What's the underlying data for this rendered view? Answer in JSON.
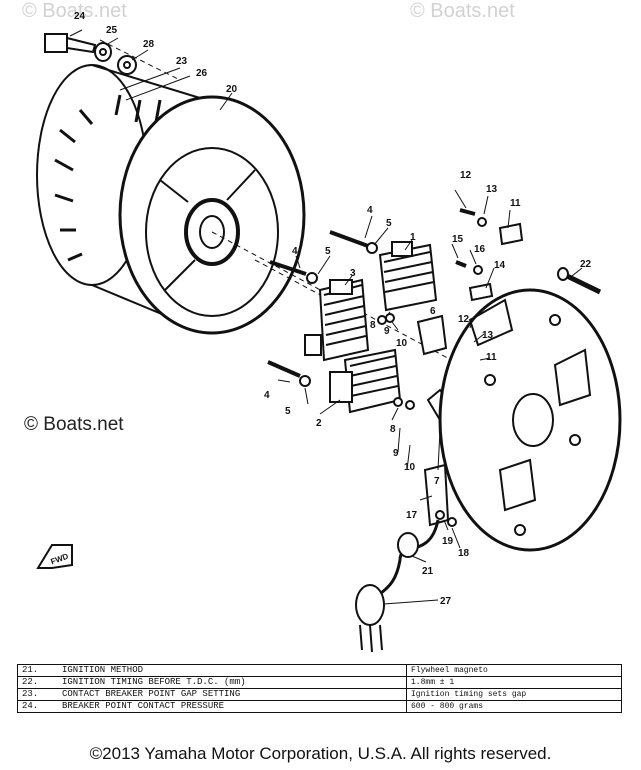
{
  "watermarks": {
    "top_left": "© Boats.net",
    "top_right": "© Boats.net",
    "main": "© Boats.net"
  },
  "callouts": {
    "c1": "1",
    "c2": "2",
    "c3": "3",
    "c4a": "4",
    "c4b": "4",
    "c4c": "4",
    "c5a": "5",
    "c5b": "5",
    "c5c": "5",
    "c6": "6",
    "c7": "7",
    "c8a": "8",
    "c8b": "8",
    "c9a": "9",
    "c9b": "9",
    "c10a": "10",
    "c10b": "10",
    "c11a": "11",
    "c11b": "11",
    "c12a": "12",
    "c12b": "12",
    "c13a": "13",
    "c13b": "13",
    "c14": "14",
    "c15": "15",
    "c16": "16",
    "c17": "17",
    "c18": "18",
    "c19": "19",
    "c20": "20",
    "c21": "21",
    "c22": "22",
    "c23": "23",
    "c24": "24",
    "c25": "25",
    "c26": "26",
    "c27": "27",
    "c28": "28",
    "front": "FWD"
  },
  "spec_table": [
    {
      "num": "21.",
      "item": "IGNITION METHOD",
      "value": "Flywheel magneto"
    },
    {
      "num": "22.",
      "item": "IGNITION TIMING BEFORE T.D.C. (mm)",
      "value": "1.8mm ± 1"
    },
    {
      "num": "23.",
      "item": "CONTACT BREAKER POINT GAP SETTING",
      "value": "Ignition timing sets gap"
    },
    {
      "num": "24.",
      "item": "BREAKER POINT CONTACT PRESSURE",
      "value": "600 - 800 grams"
    }
  ],
  "copyright": "©2013 Yamaha Motor Corporation, U.S.A. All rights reserved."
}
